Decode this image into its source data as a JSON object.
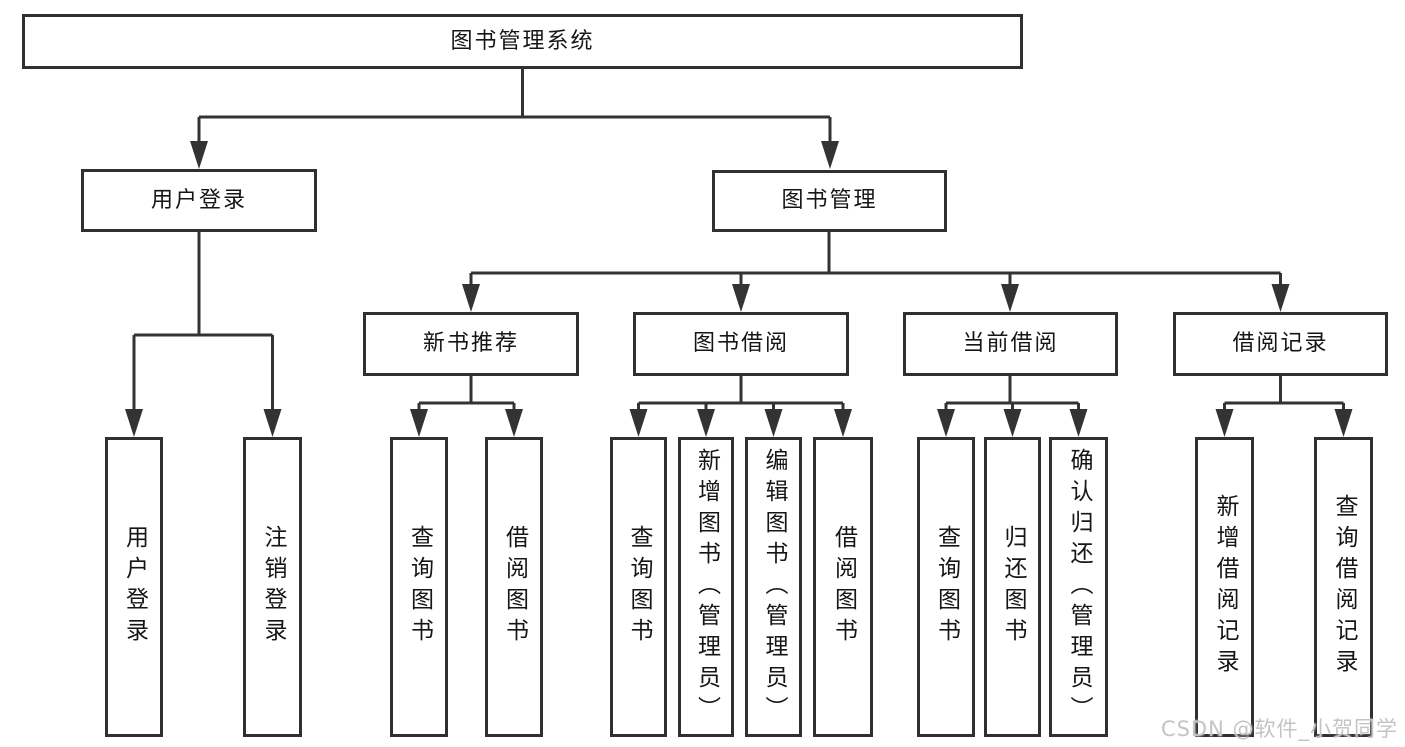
{
  "tree": {
    "root": {
      "label": "图书管理系统"
    },
    "children": [
      {
        "label": "用户登录",
        "children": [
          {
            "label": "用户登录"
          },
          {
            "label": "注销登录"
          }
        ]
      },
      {
        "label": "图书管理",
        "children": [
          {
            "label": "新书推荐",
            "children": [
              {
                "label": "查询图书"
              },
              {
                "label": "借阅图书"
              }
            ]
          },
          {
            "label": "图书借阅",
            "children": [
              {
                "label": "查询图书"
              },
              {
                "label": "新增图书（管理员）"
              },
              {
                "label": "编辑图书（管理员）"
              },
              {
                "label": "借阅图书"
              }
            ]
          },
          {
            "label": "当前借阅",
            "children": [
              {
                "label": "查询图书"
              },
              {
                "label": "归还图书"
              },
              {
                "label": "确认归还（管理员）"
              }
            ]
          },
          {
            "label": "借阅记录",
            "children": [
              {
                "label": "新增借阅记录"
              },
              {
                "label": "查询借阅记录"
              }
            ]
          }
        ]
      }
    ]
  },
  "watermark": "CSDN @软件_小贺同学",
  "colors": {
    "line": "#333333",
    "box_border": "#303030",
    "box_bg": "#ffffff",
    "text": "#161616",
    "watermark": "#c4c4c4"
  }
}
